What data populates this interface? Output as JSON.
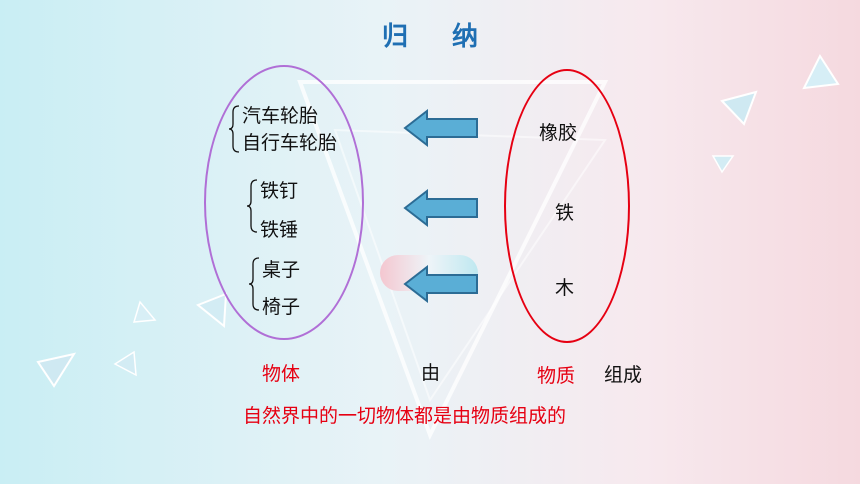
{
  "slide": {
    "title": "归纳",
    "object_groups": [
      {
        "items": [
          "汽车轮胎",
          "自行车轮胎"
        ]
      },
      {
        "items": [
          "铁钉",
          "铁锤"
        ]
      },
      {
        "items": [
          "桌子",
          "椅子"
        ]
      }
    ],
    "materials": [
      "橡胶",
      "铁",
      "木"
    ],
    "labels": {
      "objects": "物体",
      "from": "由",
      "materials": "物质",
      "composed": "组成"
    },
    "conclusion": "自然界中的一切物体都是由物质组成的",
    "colors": {
      "title": "#1f6fb3",
      "red_text": "#e60012",
      "objects_ellipse": "#b06fd6",
      "materials_ellipse": "#e60012",
      "arrow_fill": "#5aaed6"
    }
  }
}
